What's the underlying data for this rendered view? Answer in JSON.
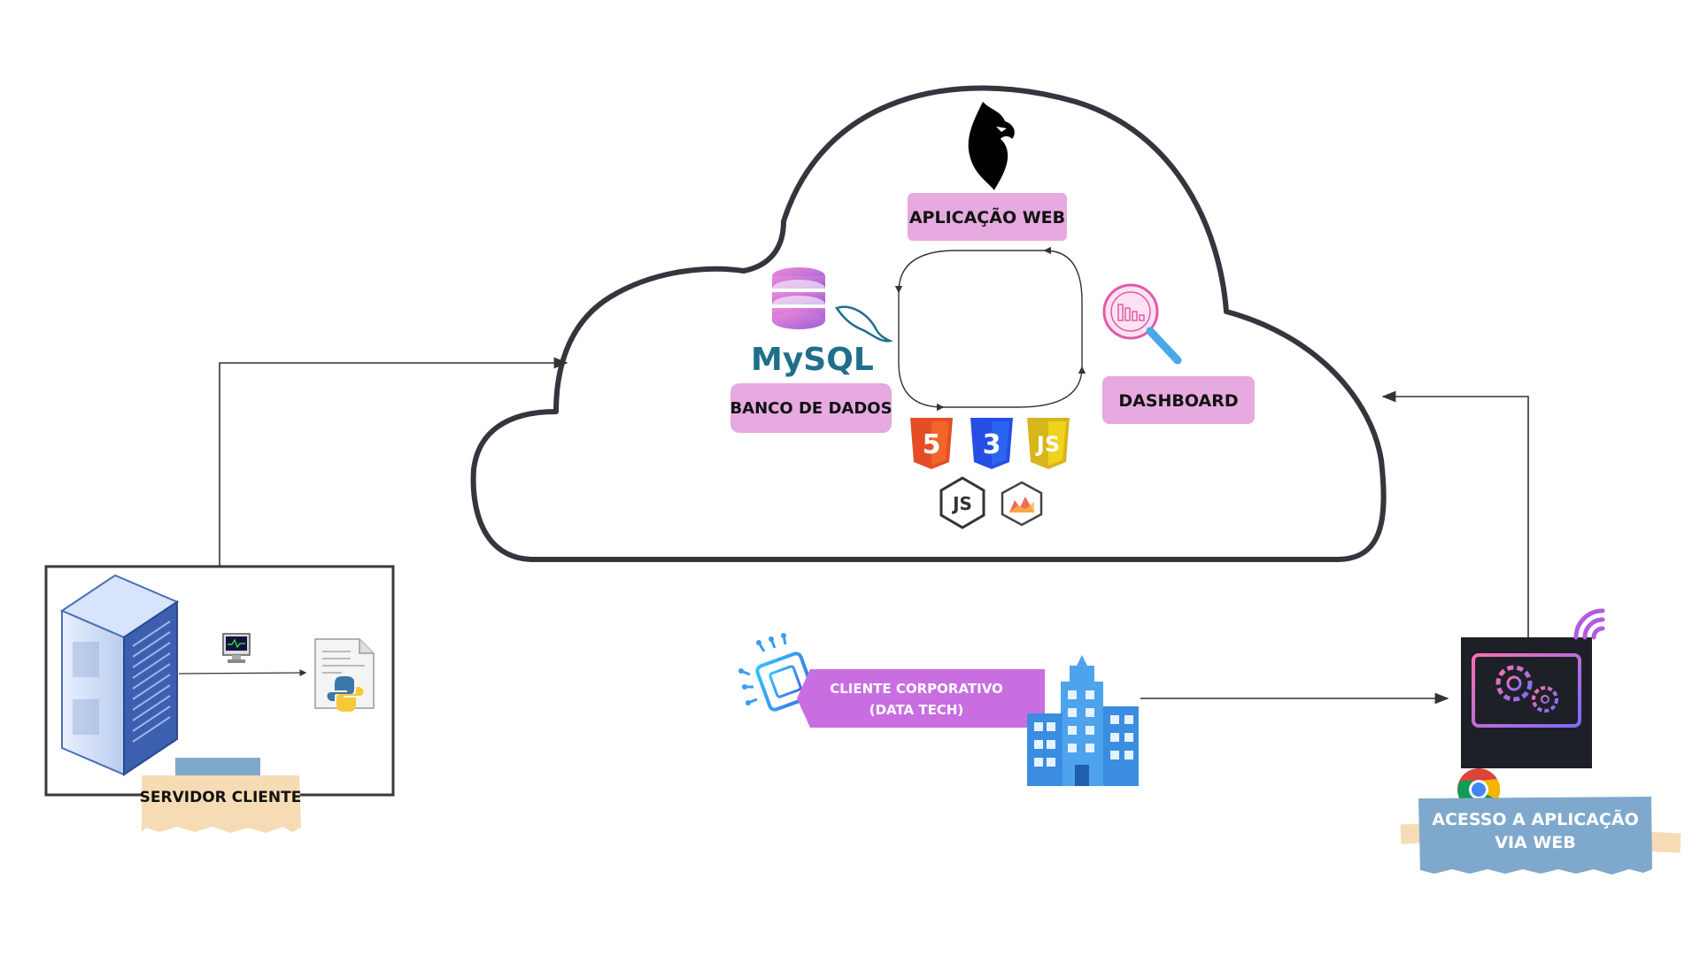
{
  "cloud": {
    "app_label": "APLICAÇÃO WEB",
    "db_label": "BANCO DE DADOS",
    "dashboard_label": "DASHBOARD",
    "mysql_text": "MySQL"
  },
  "server": {
    "label": "SERVIDOR CLIENTE"
  },
  "corporate": {
    "line1": "CLIENTE CORPORATIVO",
    "line2": "(DATA TECH)"
  },
  "web_access": {
    "line1": "ACESSO A APLICAÇÃO",
    "line2": "VIA WEB"
  },
  "tech_icons": {
    "html_badge": "5",
    "css_badge": "3",
    "js_badge": "JS",
    "node_badge": "JS"
  },
  "colors": {
    "pink_label": "#e6a9e0",
    "purple_banner": "#c86ee0",
    "tape_beige": "#f5dcb4",
    "tape_blue": "#7fa9cc",
    "cloud_stroke": "#33363d",
    "arrow": "#333333"
  },
  "icons": [
    "eagle-logo-icon",
    "database-icon",
    "mysql-dolphin-icon",
    "dashboard-search-icon",
    "html5-icon",
    "css3-icon",
    "js-icon",
    "nodejs-icon",
    "chartjs-icon",
    "server-rack-icon",
    "monitor-icon",
    "python-file-icon",
    "chip-icon",
    "building-icon",
    "gear-monitor-icon",
    "wifi-icon",
    "chrome-icon"
  ]
}
